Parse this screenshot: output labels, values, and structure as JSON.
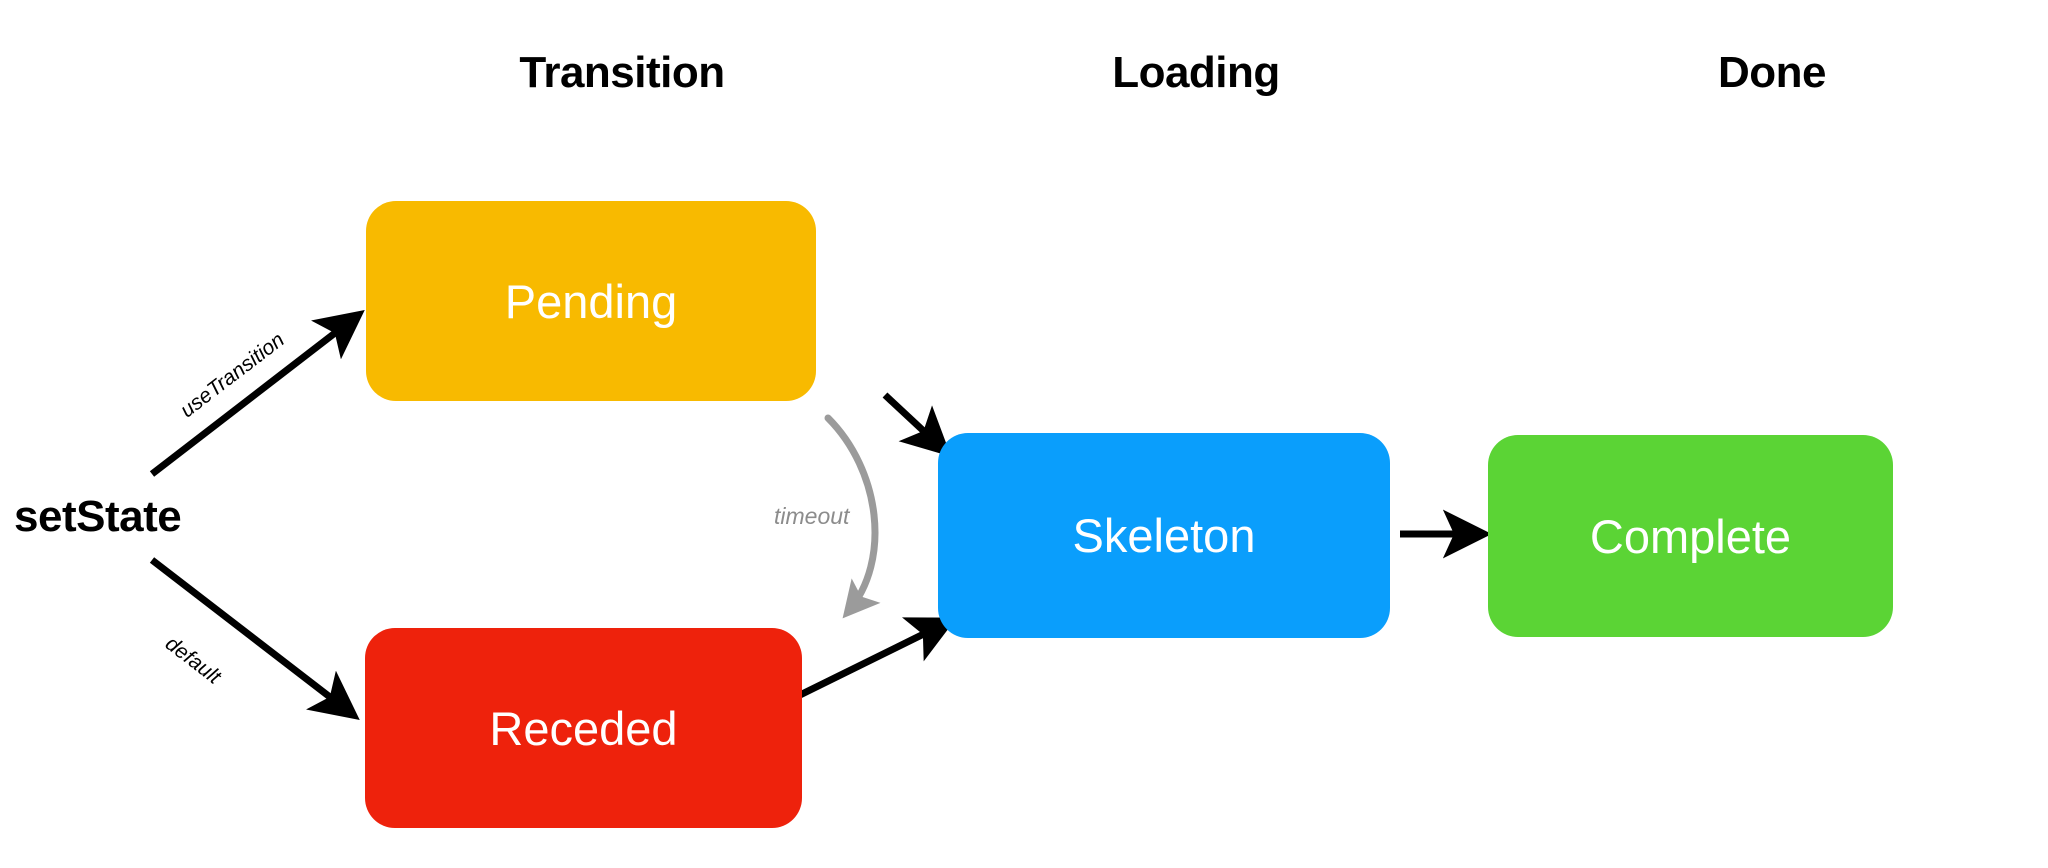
{
  "diagram": {
    "title_columns": [
      {
        "id": "transition",
        "label": "Transition"
      },
      {
        "id": "loading",
        "label": "Loading"
      },
      {
        "id": "done",
        "label": "Done"
      }
    ],
    "entry": {
      "label": "setState"
    },
    "nodes": [
      {
        "id": "pending",
        "label": "Pending",
        "color": "#F8BA00",
        "column": "Transition"
      },
      {
        "id": "receded",
        "label": "Receded",
        "color": "#EE220C",
        "column": "Transition"
      },
      {
        "id": "skeleton",
        "label": "Skeleton",
        "color": "#0A9EFC",
        "column": "Loading"
      },
      {
        "id": "complete",
        "label": "Complete",
        "color": "#5BD435",
        "column": "Done"
      }
    ],
    "edges": [
      {
        "id": "setstate-pending",
        "from": "setState",
        "to": "Pending",
        "label": "useTransition",
        "style": "solid-black"
      },
      {
        "id": "setstate-receded",
        "from": "setState",
        "to": "Receded",
        "label": "default",
        "style": "solid-black"
      },
      {
        "id": "pending-skeleton",
        "from": "Pending",
        "to": "Skeleton",
        "label": "",
        "style": "solid-black"
      },
      {
        "id": "receded-skeleton",
        "from": "Receded",
        "to": "Skeleton",
        "label": "",
        "style": "solid-black"
      },
      {
        "id": "skeleton-complete",
        "from": "Skeleton",
        "to": "Complete",
        "label": "",
        "style": "solid-black"
      },
      {
        "id": "pending-receded",
        "from": "Pending",
        "to": "Receded",
        "label": "timeout",
        "style": "curved-gray"
      }
    ],
    "colors": {
      "pending": "#F8BA00",
      "receded": "#EE220C",
      "skeleton": "#0A9EFC",
      "complete": "#5BD435",
      "arrow_black": "#000000",
      "arrow_gray": "#999999",
      "timeout_text": "#8c8c8c",
      "background": "#FFFFFF",
      "node_text": "#FFFFFF"
    }
  }
}
